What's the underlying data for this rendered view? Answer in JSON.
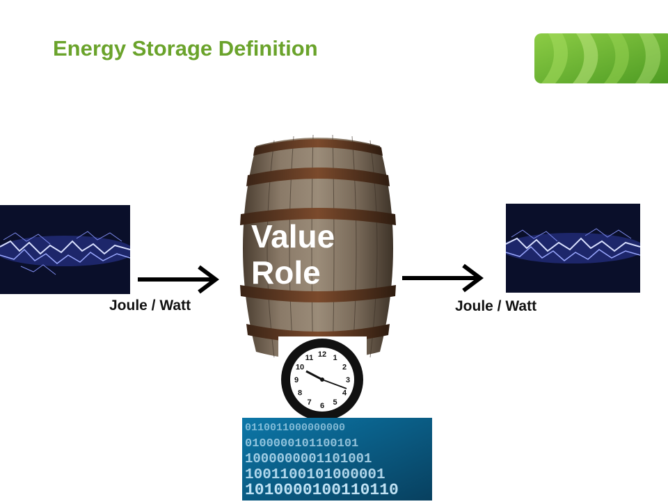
{
  "slide": {
    "title": "Energy Storage Definition",
    "input_label": "Joule / Watt",
    "output_label": "Joule / Watt",
    "barrel_text": {
      "line1": "Value",
      "line2": "Role"
    },
    "binary_rows": [
      "0110011000000000",
      "0100000101100101",
      "1000000001101001",
      "1001100101000001",
      "1010000100110110"
    ],
    "clock_numbers": [
      "12",
      "1",
      "2",
      "3",
      "4",
      "5",
      "6",
      "7",
      "8",
      "9",
      "10",
      "11"
    ]
  },
  "colors": {
    "title": "#6aa32b",
    "brand_green": "#5aa82a",
    "lightning_bg": "#0a0f2a",
    "bolt": "#b9c4ff",
    "binary_bg": "#0a5f8f",
    "binary_text": "#cfeeff"
  },
  "icons": [
    "lightning-image",
    "barrel-image",
    "clock-image",
    "binary-code-image",
    "arrow-icon"
  ]
}
